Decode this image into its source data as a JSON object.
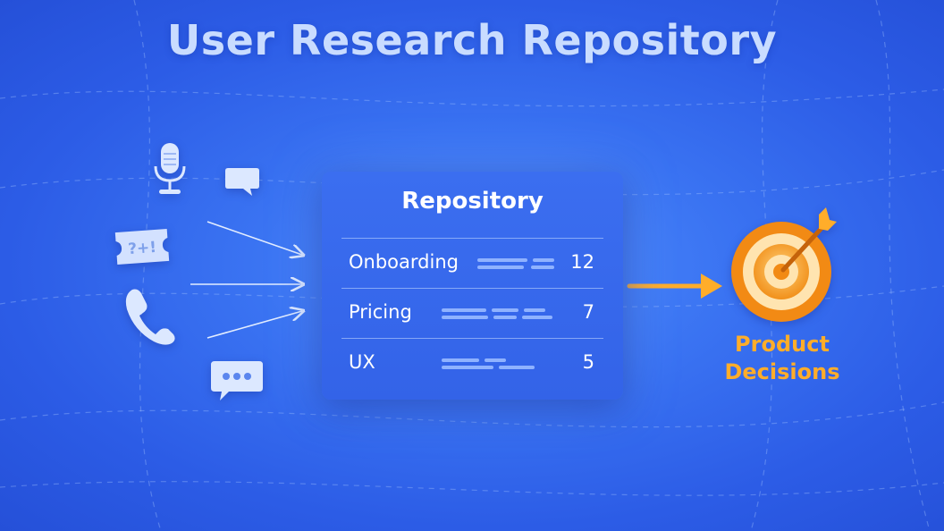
{
  "title": "User Research Repository",
  "repository": {
    "title": "Repository",
    "rows": [
      {
        "label": "Onboarding",
        "count": "12"
      },
      {
        "label": "Pricing",
        "count": "7"
      },
      {
        "label": "UX",
        "count": "5"
      }
    ]
  },
  "output": {
    "label_line1": "Product",
    "label_line2": "Decisions"
  },
  "sources": [
    {
      "icon": "microphone-icon"
    },
    {
      "icon": "chat-bubble-icon"
    },
    {
      "icon": "ticket-icon"
    },
    {
      "icon": "phone-icon"
    },
    {
      "icon": "message-dots-icon"
    }
  ],
  "output_icon": "target-icon",
  "colors": {
    "background": "#3a73f2",
    "panel": "#3767ec",
    "accent": "#ffad2a",
    "title": "#c9dcff"
  }
}
